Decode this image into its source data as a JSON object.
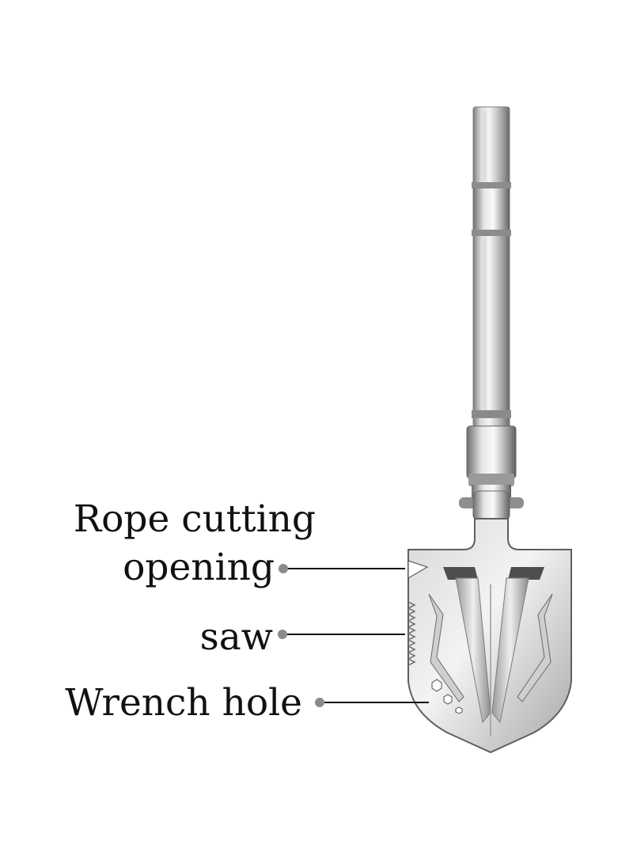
{
  "labels": {
    "rope_cutting_line1": "Rope cutting",
    "rope_cutting_line2": "opening",
    "saw": "saw",
    "wrench_hole": "Wrench hole"
  },
  "colors": {
    "background": "#ffffff",
    "text": "#111111",
    "leader_dot": "#8a8a8a",
    "metal_light": "#e4e4e4",
    "metal_mid": "#b9b9b9",
    "metal_dark": "#6f6f6f"
  },
  "illustration": {
    "subject": "shovel-with-handle"
  }
}
